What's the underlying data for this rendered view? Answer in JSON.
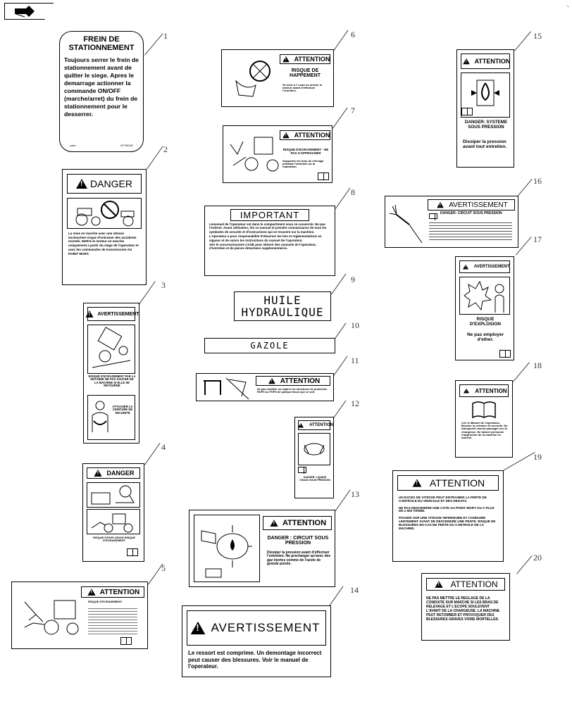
{
  "callouts": [
    "1",
    "2",
    "3",
    "4",
    "5",
    "6",
    "7",
    "8",
    "9",
    "10",
    "11",
    "12",
    "13",
    "14",
    "15",
    "16",
    "17",
    "18",
    "19",
    "20"
  ],
  "d1": {
    "title": "FREIN DE STATIONNEMENT",
    "body": "Toujours serrer le frein de stationnement avant de quitter le siege. Apres le demarrage actionner la commande ON/OFF (marche/arret) du frein de stationnement pour le desserrer.",
    "brand": "case",
    "code": "87706342"
  },
  "d2": {
    "header": "DANGER",
    "body": "La mise en marche avec une vitesse enclenchee risque d'entrainer des accidents mortels. Mettre le moteur en marche uniquement a partir du siege de l'operateur et avec les commandes de transmission AU POINT MORT."
  },
  "d3": {
    "header": "AVERTISSEMENT",
    "text1": "RISQUE D'ECRASEMENT PAR LA MACHINE NE PAS SAUTER DE LA MACHINE SI ELLE SE RETOURNE",
    "text2": "ATTACHER LA CEINTURE DE SECURITE"
  },
  "d4": {
    "header": "DANGER",
    "text": "RISQUE D'EXPLOSION RISQUE D'ECRASEMENT"
  },
  "d5": {
    "header": "ATTENTION",
    "sub": "RISQUE D'ECRASEMENT"
  },
  "d6": {
    "header": "ATTENTION",
    "title": "RISQUE DE HAPPEMENT",
    "body": "Se tenir a l' ecart ou arreter le moteur avant d'effectuer l'entretien."
  },
  "d7": {
    "header": "ATTENTION",
    "title": "RISQUE D'ECRASEMENT - NE PAS S'APPROCHER",
    "body": "Supporter les bras de relevage pendant l'entretien ou la reparation."
  },
  "d8": {
    "header": "IMPORTANT",
    "items": [
      "Lemanuel de l'operateur est dans le compartiment sous ce couvercle. Ne pas l'enlever. Avant utilisation, lire ce manuel et prendre connaissance de tous les symboles de securite et d'instructions qui se trouvent sur la machine.",
      "L'operateur a pour responsabilite d'observer les lois et reglementations en vigueur et de suivre les instructions du manuel de l'operateur.",
      "Voir le concessionnaire CASE pour obtenir des manuels de l'operateur, d'entretien et de pieces detachees supplementaires."
    ]
  },
  "d9": {
    "text": "HUILE HYDRAULIQUE"
  },
  "d10": {
    "text": "GAZOLE"
  },
  "d11": {
    "header": "ATTENTION",
    "body": "Ne pas modifier ou reparer les structures de protection ROPS ou FOPS de quelque facon que ce soit."
  },
  "d12": {
    "header": "ATTENTION",
    "text": "DANGER: LIQUIDE CHAUD SOUS PRESSION"
  },
  "d13": {
    "header": "ATTENTION",
    "title": "DANGER : CIRCUIT SOUS PRESSION",
    "body": "Dissiper la pression avant d'effectuer l'entretien. Ne precharger qu'avec des gaz inertes comme de l'azote de grande purete."
  },
  "d14": {
    "header": "AVERTISSEMENT",
    "body": "Le ressort est comprime. Un demontage incorrect peut causer des blessures. Voir le manuel de l'operateur."
  },
  "d15": {
    "header": "ATTENTION",
    "title": "DANGER: SYSTEME SOUS PRESSION",
    "body": "Dissiper la pression avant tout entretien."
  },
  "d16": {
    "header": "AVERTISSEMENT",
    "title": "DANGER: CIRCUIT SOUS PRESSION"
  },
  "d17": {
    "header": "AVERTISSEMENT",
    "title": "RISQUE D'EXPLOSION",
    "body": "Ne pas employer d'ether."
  },
  "d18": {
    "header": "ATTENTION",
    "body": "Lire le Manuel de l'operateur. Boucler la ceinture de securite. Ne transporter aucun passager sur la chargeuse. Ne laisser personne s'approcher de la machine en marche."
  },
  "d19": {
    "header": "ATTENTION",
    "p1": "UN EXCES DE VITESSE PEUT ENTRAINER LA PERTE DE CONTROLE DU VEHICULE ET DES DEGATS.",
    "p2": "NE PAS DESCENDRE UNE COTE AU POINT MORT OU A PLUS DE 2 500 TR/MIN.",
    "p3": "PASSER SUR UNE VITESSE INFERIEURE ET CONDUIRE LENTEMENT AVANT DE DESCENDRE UNE PENTE. RISQUE DE BLESSURES EN CAS DE PERTE DU CONTROLE DE LA MACHINE."
  },
  "d20": {
    "header": "ATTENTION",
    "body": "NE PAS METTRE LE REGLAGE DE LA CONDUITE SUR MARCHE SI LES BRAS DE RELEVAGE ET L'ECOPE SOULEVENT L'AVANT DE LA CHARGEUSE. LA MACHINE PEUT RETOMBER ET PROVOQUER DES BLESSURES GRAVES VOIRE MORTELLES."
  }
}
